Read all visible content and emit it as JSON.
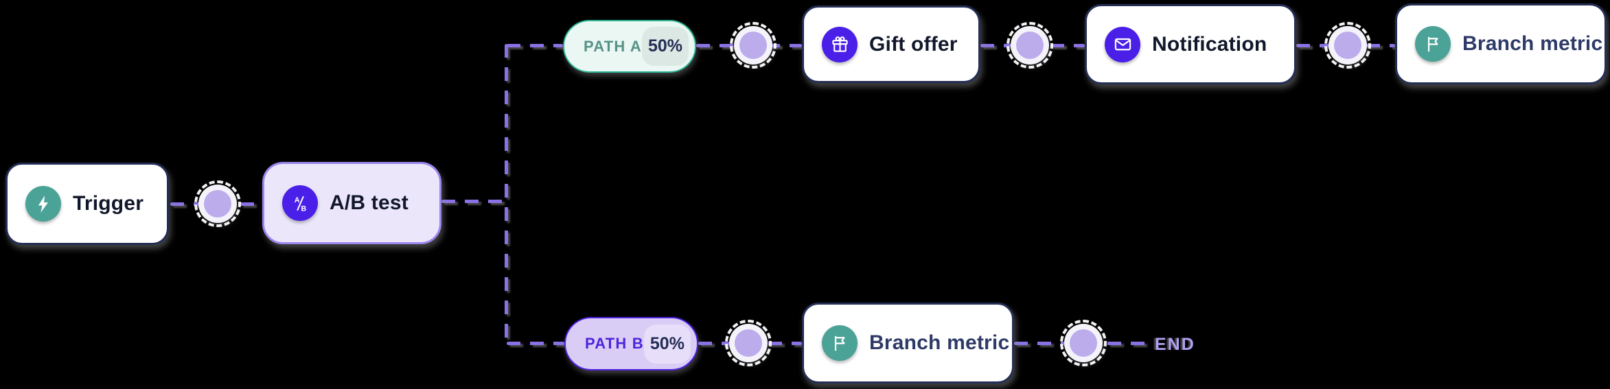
{
  "app": {
    "name": "journey-workflow-canvas"
  },
  "nodes": {
    "trigger": {
      "label": "Trigger"
    },
    "ab_test": {
      "label": "A/B test"
    },
    "gift_offer": {
      "label": "Gift offer"
    },
    "notification": {
      "label": "Notification"
    },
    "branch_metric_a": {
      "label": "Branch metric"
    },
    "branch_metric_b": {
      "label": "Branch metric"
    }
  },
  "paths": {
    "a": {
      "label": "PATH A",
      "percent": "50%"
    },
    "b": {
      "label": "PATH B",
      "percent": "50%"
    }
  },
  "end": {
    "label": "END"
  },
  "icons": {
    "trigger": "lightning-icon",
    "ab_test": "ab-split-icon",
    "gift_offer": "gift-icon",
    "notification": "envelope-icon",
    "branch_metric": "flag-icon",
    "connector": "add-step-dot-icon"
  },
  "colors": {
    "line": "#8A72E6",
    "node_border": "#242E55",
    "teal": "#4BA296",
    "indigo": "#4A1FE8",
    "ab_node_bg": "#ECE6FB",
    "ab_node_border": "#9A85EC",
    "connector_fill": "#BCACEC",
    "path_a": "#2CB593",
    "path_b": "#4D22E4",
    "end_text": "#B1A0F2"
  }
}
